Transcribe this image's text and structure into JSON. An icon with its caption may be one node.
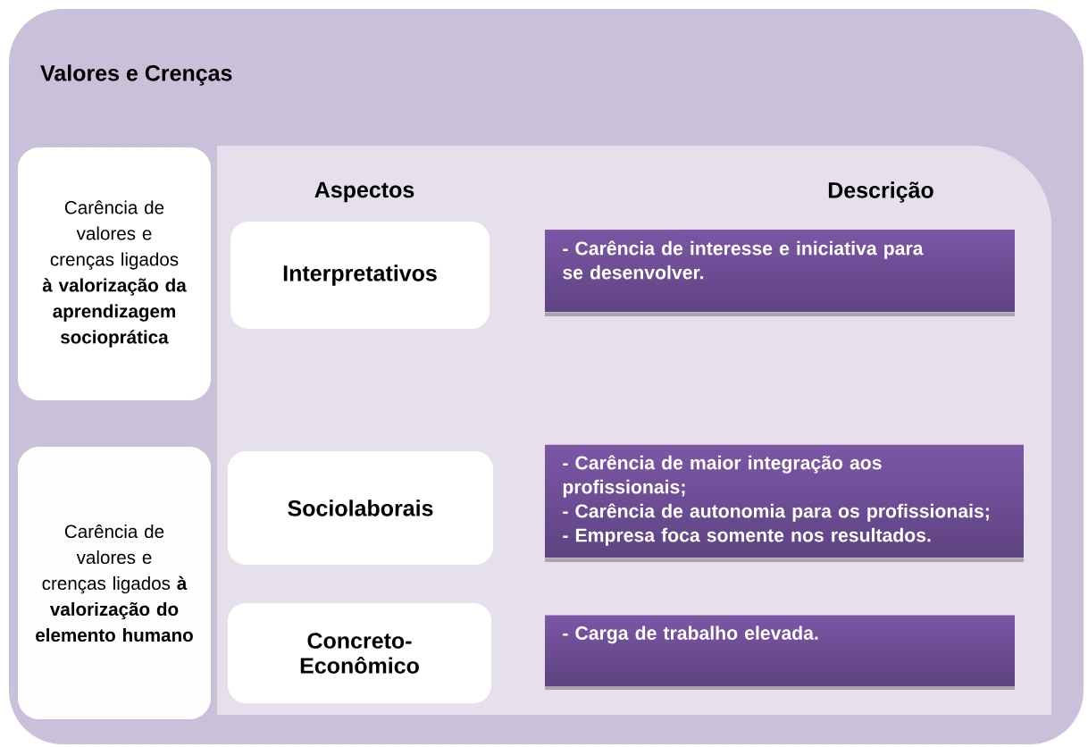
{
  "diagram": {
    "nodes": [
      {
        "text": [
          "Valores e Crenças"
        ]
      },
      {
        "text": [
          "Carência de valores e crenças ligados **à valorização da aprendizagem socioprática**"
        ],
        "in": 0
      },
      {
        "text": [
          "Aspectos",
          "Descrição"
        ],
        "in": 0
      },
      {
        "text": [
          "Interpretativos"
        ],
        "in": 2
      },
      {
        "text": [
          "- Carência de interesse e iniciativa para se desenvolver."
        ],
        "in": 2
      },
      {
        "text": [
          "Carência de valores e crenças ligados **à valorização do elemento humano**"
        ],
        "in": 0
      },
      {
        "text": [
          "Sociolaborais"
        ],
        "in": 2
      },
      {
        "text": [
          "- Carência de maior integração aos profissionais;",
          "- Carência de autonomia para os profissionais;",
          "- Empresa foca somente nos resultados."
        ],
        "in": 2
      },
      {
        "text": [
          "Concreto- Econômico"
        ],
        "in": 2
      },
      {
        "text": [
          "- Carga de trabalho elevada."
        ],
        "in": 2
      }
    ]
  }
}
